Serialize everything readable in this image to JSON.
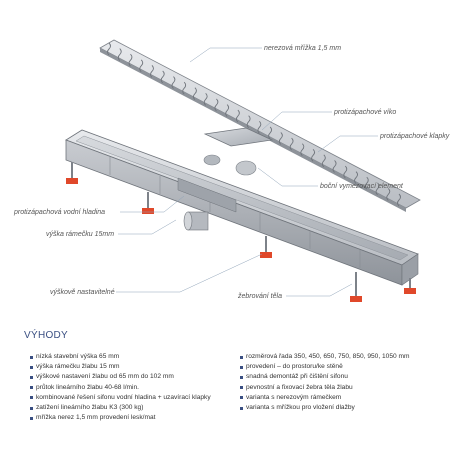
{
  "callouts": {
    "grate": "nerezová mřížka 1,5 mm",
    "odor_lid": "protizápachové víko",
    "odor_flaps": "protizápachové klapky",
    "side_element": "boční vymezovací element",
    "water_seal": "protizápachová vodní hladina",
    "frame_height": "výška rámečku 15mm",
    "adjustable": "výškově nastavitelné",
    "ribbing": "žebrování těla"
  },
  "benefits": {
    "title": "VÝHODY",
    "left": [
      "nízká stavební výška 65 mm",
      "výška rámečku žlabu 15 mm",
      "výškové nastavení žlabu od 65 mm do 102 mm",
      "průtok lineárního žlabu 40-68 l/min.",
      "kombinované řešení sifonu vodní hladina + uzavírací klapky",
      "zatížení lineárního žlabu K3 (300 kg)",
      "mřížka nerez 1,5 mm provedení lesk/mat"
    ],
    "right": [
      "rozměrová řada 350, 450, 650, 750, 850, 950, 1050 mm",
      "provedení – do prostoru/ke stěně",
      "snadná demontáž při čištění sifonu",
      "pevnostní a fixovací žebra těla žlabu",
      "varianta s nerezovým rámečkem",
      "varianta s mřížkou pro vložení dlažby"
    ]
  },
  "colors": {
    "bullet": "#3a4f82",
    "heading": "#3a4f82",
    "foot": "#e0482a",
    "steel": "#b8bcc2",
    "leader": "#8fa3b8"
  }
}
